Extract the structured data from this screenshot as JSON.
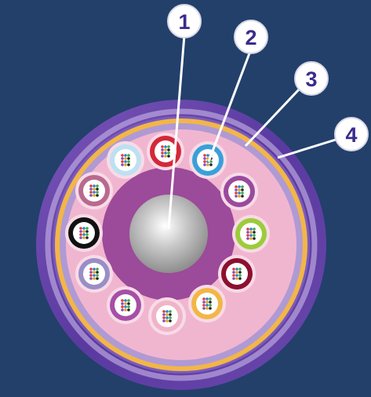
{
  "callouts": [
    {
      "label": "1"
    },
    {
      "label": "2"
    },
    {
      "label": "3"
    },
    {
      "label": "4"
    }
  ],
  "colors": {
    "background": "#22406a",
    "outer_jacket": "#6a44a8",
    "outer_jacket_light": "#c9b6e6",
    "aramid_ring": "#f2b648",
    "inner_sheath": "#b09ad4",
    "fill": "#f1b6cf",
    "central_buffer": "#9c4a9a",
    "strength_member": "#b9b9b9",
    "callout_fill": "#ffffff",
    "callout_text": "#3a2c8c"
  },
  "tubes": [
    {
      "name": "red",
      "color": "#d4283a"
    },
    {
      "name": "blue",
      "color": "#3aa0d8"
    },
    {
      "name": "violet",
      "color": "#9a4a9e"
    },
    {
      "name": "lime",
      "color": "#9ccc3a"
    },
    {
      "name": "maroon",
      "color": "#8c1030"
    },
    {
      "name": "orange",
      "color": "#f2b648"
    },
    {
      "name": "rose",
      "color": "#f0b4c8"
    },
    {
      "name": "purple",
      "color": "#a64fa6"
    },
    {
      "name": "slate",
      "color": "#9a8ec8"
    },
    {
      "name": "black",
      "color": "#111111"
    },
    {
      "name": "dusty-rose",
      "color": "#b86a8e"
    },
    {
      "name": "light-blue",
      "color": "#bde0f2"
    }
  ]
}
